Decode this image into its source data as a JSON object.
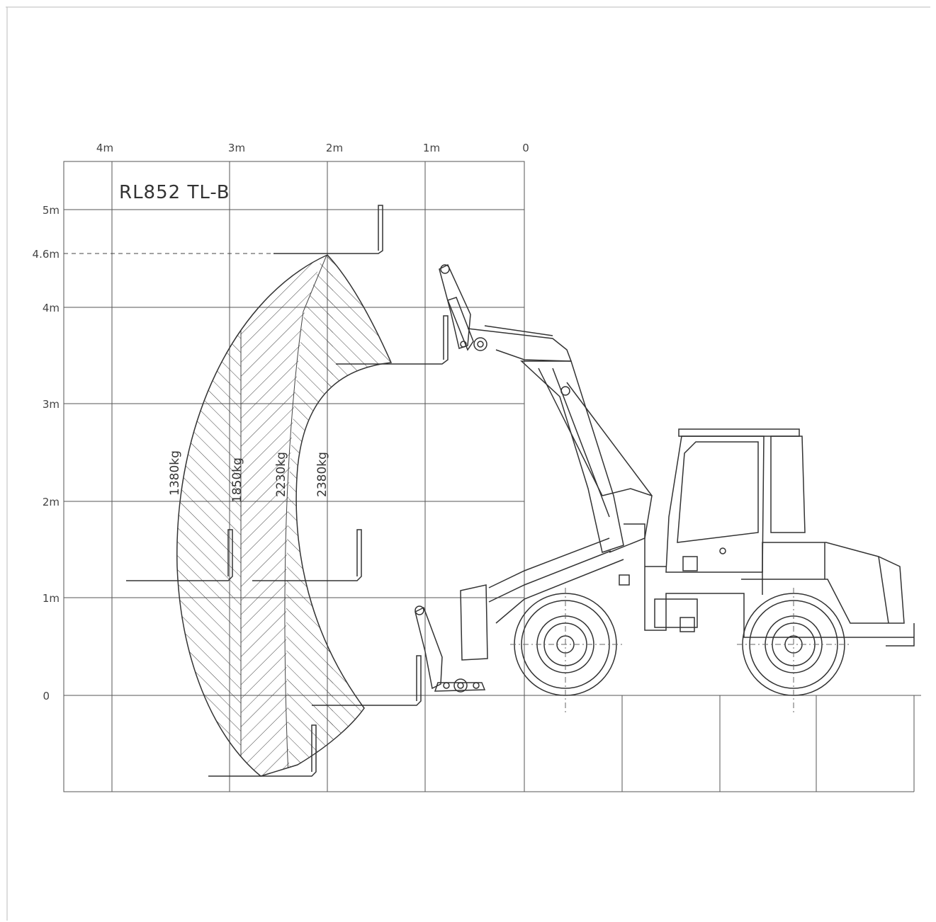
{
  "title": "RL852 TL-B",
  "x_axis": {
    "labels": [
      "4m",
      "3m",
      "2m",
      "1m",
      "0"
    ]
  },
  "y_axis": {
    "labels": [
      "5m",
      "4.6m",
      "4m",
      "3m",
      "2m",
      "1m",
      "0"
    ]
  },
  "load_zones": [
    {
      "label": "1380kg"
    },
    {
      "label": "1850kg"
    },
    {
      "label": "2230kg"
    },
    {
      "label": "2380kg"
    }
  ]
}
